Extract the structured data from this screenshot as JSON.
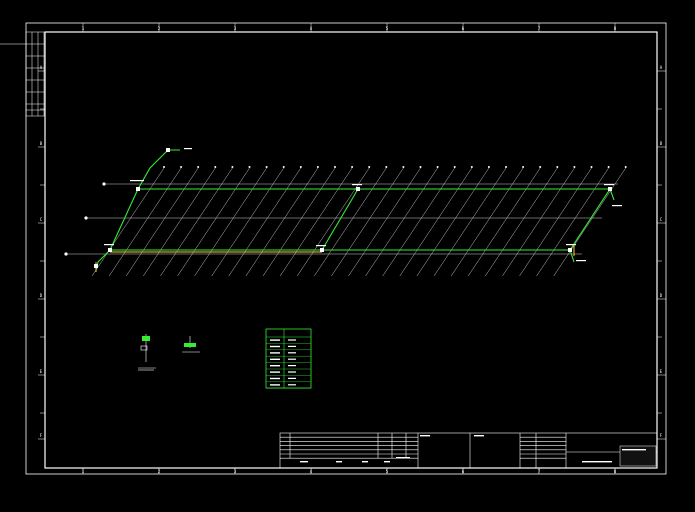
{
  "sheet": {
    "background": "#000000",
    "line_color": "#ffffff",
    "pipe_color": "#33ee33",
    "accent_color": "#ffcc33",
    "column_zones": [
      "1",
      "2",
      "3",
      "4",
      "5",
      "6",
      "7",
      "8"
    ],
    "row_zones": [
      "A",
      "B",
      "C",
      "D",
      "E",
      "F"
    ]
  },
  "drawing": {
    "hatch_line_count": 28,
    "legend_rows": 8,
    "title_block_rows": 6
  }
}
